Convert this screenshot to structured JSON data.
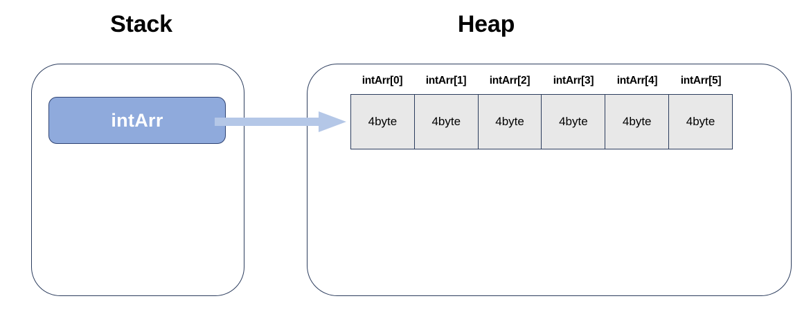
{
  "diagram": {
    "title_stack": "Stack",
    "title_heap": "Heap",
    "colors": {
      "stack_box_fill": "#8faadc",
      "stack_box_border": "#2e4272",
      "region_border": "#2a3b5c",
      "cell_fill": "#e8e8e8",
      "cell_border": "#2a3b5c",
      "arrow_fill": "#b4c7e7",
      "text": "#000000",
      "box_label_text": "#ffffff",
      "background": "#ffffff"
    },
    "stack": {
      "variable_label": "intArr"
    },
    "arrow": {
      "name": "reference-arrow",
      "from": "intArr",
      "to": "intArr[0]"
    },
    "heap": {
      "array_name": "intArr",
      "cell_count": 6,
      "cells": [
        {
          "label": "intArr[0]",
          "value": "4byte"
        },
        {
          "label": "intArr[1]",
          "value": "4byte"
        },
        {
          "label": "intArr[2]",
          "value": "4byte"
        },
        {
          "label": "intArr[3]",
          "value": "4byte"
        },
        {
          "label": "intArr[4]",
          "value": "4byte"
        },
        {
          "label": "intArr[5]",
          "value": "4byte"
        }
      ]
    }
  }
}
